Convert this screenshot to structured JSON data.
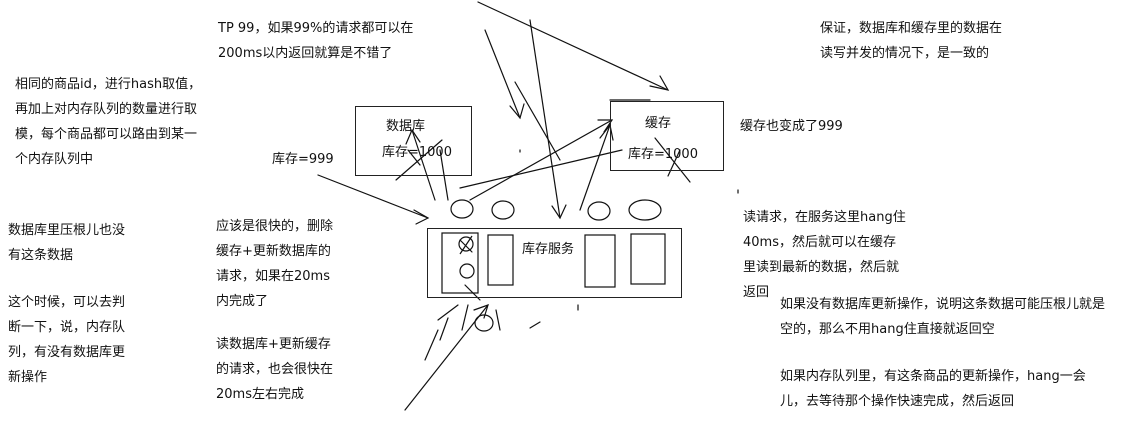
{
  "notes": {
    "tp99": "TP 99，如果99%的请求都可以在\n200ms以内返回就算是不错了",
    "consistency": "保证，数据库和缓存里的数据在\n读写并发的情况下，是一致的",
    "routing": "相同的商品id，进行hash取值，\n再加上对内存队列的数量进行取\n模，每个商品都可以路由到某一\n个内存队列中",
    "db_missing": "数据库里压根儿也没\n有这条数据",
    "judge": "这个时候，可以去判\n断一下，说，内存队\n列，有没有数据库更\n新操作",
    "delete_update": "应该是很快的，删除\n缓存+更新数据库的\n请求，如果在20ms\n内完成了",
    "read_update": "读数据库+更新缓存\n的请求，也会很快在\n20ms左右完成",
    "read_hang": "读请求，在服务这里hang住\n40ms，然后就可以在缓存\n里读到最新的数据，然后就\n返回",
    "no_update": "如果没有数据库更新操作，说明这条数据可能压根儿就是\n空的，那么不用hang住直接就返回空",
    "has_update": "如果内存队列里，有这条商品的更新操作，hang一会\n儿，去等待那个操作快速完成，然后返回"
  },
  "database": {
    "title": "数据库",
    "stock": "库存=1000"
  },
  "cache": {
    "title": "缓存",
    "stock": "库存=1000"
  },
  "stock_999": "库存=999",
  "cache_999": "缓存也变成了999",
  "service": {
    "title": "库存服务"
  }
}
